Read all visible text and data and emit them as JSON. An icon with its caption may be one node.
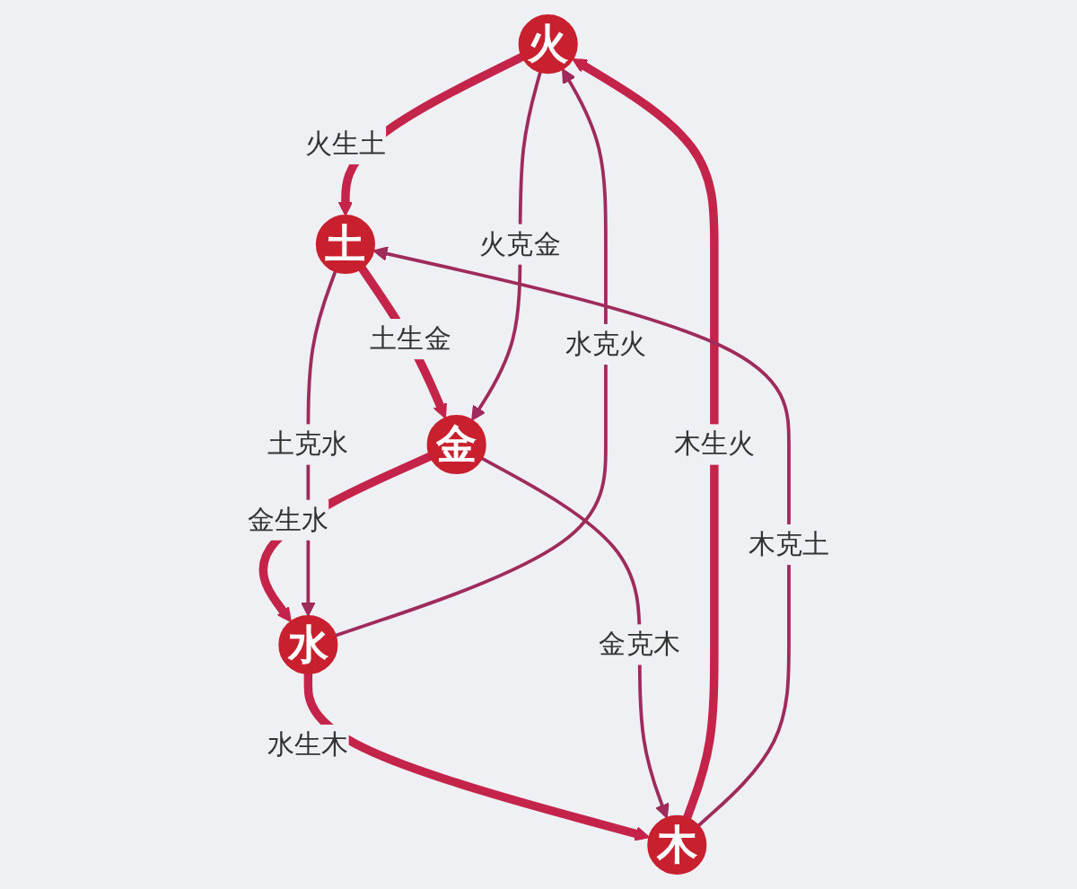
{
  "diagram": {
    "nodes": [
      {
        "text": [
          "火"
        ]
      },
      {
        "text": [
          "木"
        ]
      },
      {
        "text": [
          "土"
        ]
      },
      {
        "text": [
          "水"
        ]
      },
      {
        "text": [
          "金"
        ]
      }
    ],
    "edges": [
      {
        "from": 1,
        "to": 0,
        "arrow": "to",
        "label": "木生火",
        "style": "thick"
      },
      {
        "from": 0,
        "to": 2,
        "arrow": "to",
        "label": "火生土",
        "style": "thick"
      },
      {
        "from": 2,
        "to": 4,
        "arrow": "to",
        "label": "土生金",
        "style": "thick"
      },
      {
        "from": 4,
        "to": 3,
        "arrow": "to",
        "label": "金生水",
        "style": "thick"
      },
      {
        "from": 3,
        "to": 1,
        "arrow": "to",
        "label": "水生木",
        "style": "thick"
      },
      {
        "from": 1,
        "to": 2,
        "arrow": "to",
        "label": "木克土",
        "color": "#9e2b5c"
      },
      {
        "from": 2,
        "to": 3,
        "arrow": "to",
        "label": "土克水",
        "color": "#9e2b5c"
      },
      {
        "from": 3,
        "to": 0,
        "arrow": "to",
        "label": "水克火",
        "color": "#9e2b5c"
      },
      {
        "from": 0,
        "to": 4,
        "arrow": "to",
        "label": "火克金",
        "color": "#9e2b5c"
      },
      {
        "from": 4,
        "to": 1,
        "arrow": "to",
        "label": "金克木",
        "color": "#9e2b5c"
      }
    ]
  }
}
